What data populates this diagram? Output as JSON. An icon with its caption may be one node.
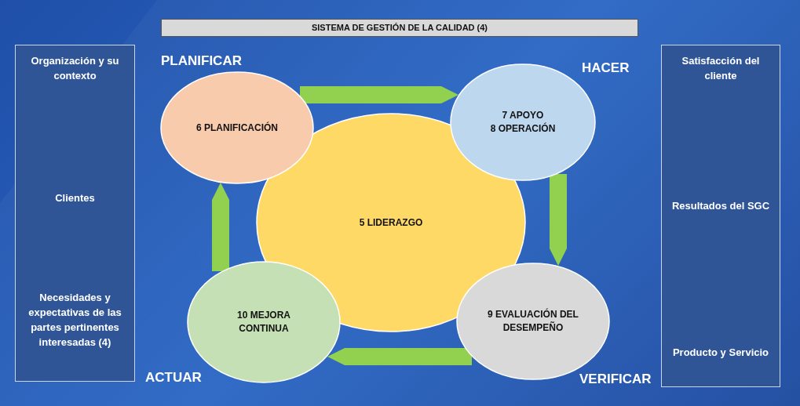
{
  "diagram": {
    "title": "SISTEMA DE GESTIÓN DE LA CALIDAD (4)",
    "nodes": [
      {
        "text": [
          "Organización y su contexto",
          "Clientes",
          "Necesidades y expectativas de las partes pertinentes interesadas (4)"
        ]
      },
      {
        "text": [
          "Satisfacción del cliente",
          "Resultados del SGC",
          "Producto y Servicio"
        ]
      },
      {
        "text": [
          "5 LIDERAZGO"
        ]
      },
      {
        "text": [
          "6 PLANIFICACIÓN"
        ],
        "beside": [
          "PLANIFICAR"
        ]
      },
      {
        "text": [
          "7 APOYO",
          "8 OPERACIÓN"
        ],
        "beside": [
          "HACER"
        ]
      },
      {
        "text": [
          "9   EVALUACIÓN DEL DESEMPEÑO"
        ],
        "beside": [
          "VERIFICAR"
        ]
      },
      {
        "text": [
          "10 MEJORA CONTINUA"
        ],
        "beside": [
          "ACTUAR"
        ]
      }
    ],
    "edges": [
      {
        "from": 3,
        "to": 4,
        "arrow": "to"
      },
      {
        "from": 4,
        "to": 5,
        "arrow": "to"
      },
      {
        "from": 5,
        "to": 6,
        "arrow": "to"
      },
      {
        "from": 6,
        "to": 3,
        "arrow": "to"
      }
    ]
  }
}
